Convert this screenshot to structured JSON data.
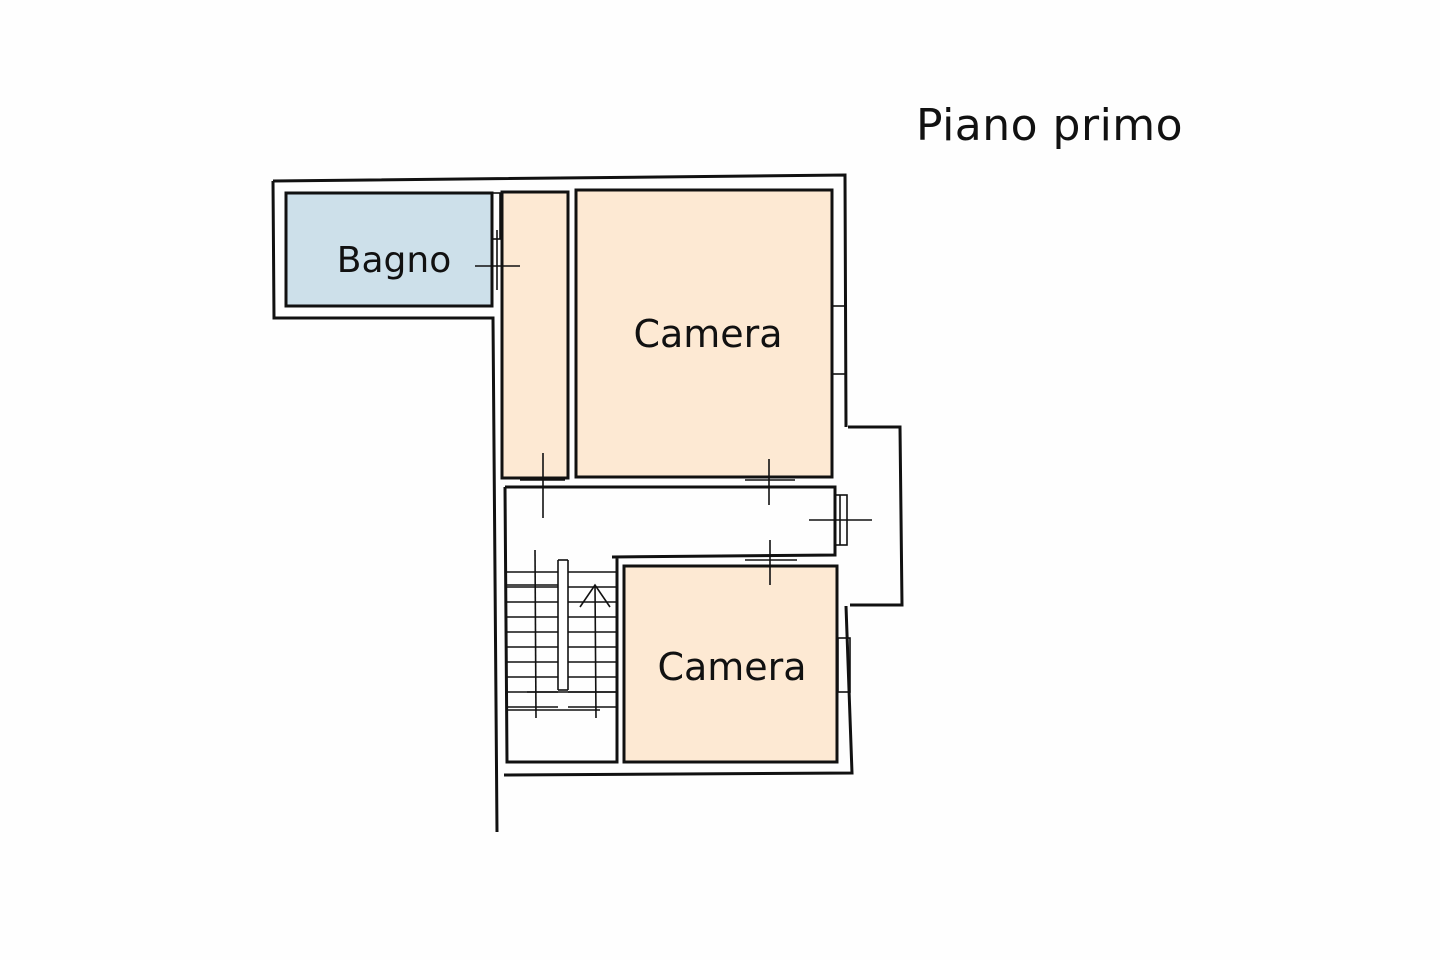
{
  "title": "Piano primo",
  "rooms": [
    {
      "label": "Bagno",
      "type": "bathroom"
    },
    {
      "label": "Camera",
      "type": "bedroom"
    },
    {
      "label": "Camera",
      "type": "bedroom"
    }
  ],
  "colors": {
    "bathroom": "#cde0ea",
    "bedroom": "#fde9d3",
    "wall": "#111111",
    "background": "#fefefe"
  }
}
